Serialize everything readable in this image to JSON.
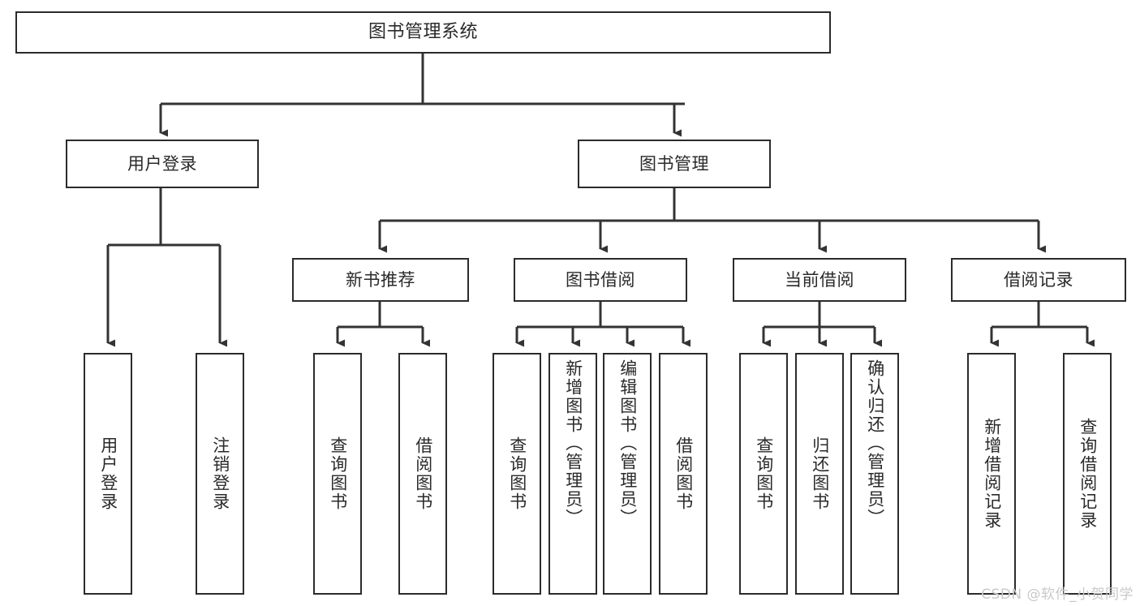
{
  "diagram": {
    "type": "tree-hierarchy",
    "title": "图书管理系统",
    "orientation": "top-down",
    "colors": {
      "box_border": "#2b2b2b",
      "box_fill": "#ffffff",
      "text": "#2a2a2a",
      "connector": "#333333",
      "watermark": "#c9c9c9",
      "background": "#ffffff"
    },
    "root": {
      "label": "图书管理系统"
    },
    "level1": [
      {
        "label": "用户登录"
      },
      {
        "label": "图书管理"
      }
    ],
    "level2": [
      {
        "label": "新书推荐"
      },
      {
        "label": "图书借阅"
      },
      {
        "label": "当前借阅"
      },
      {
        "label": "借阅记录"
      }
    ],
    "leaves": {
      "user_login": [
        {
          "label": "用户登录"
        },
        {
          "label": "注销登录"
        }
      ],
      "new_book_recommend": [
        {
          "label": "查询图书"
        },
        {
          "label": "借阅图书"
        }
      ],
      "book_borrow": [
        {
          "label": "查询图书"
        },
        {
          "label": "新增图书（管理员）"
        },
        {
          "label": "编辑图书（管理员）"
        },
        {
          "label": "借阅图书"
        }
      ],
      "current_borrow": [
        {
          "label": "查询图书"
        },
        {
          "label": "归还图书"
        },
        {
          "label": "确认归还（管理员）"
        }
      ],
      "borrow_record": [
        {
          "label": "新增借阅记录"
        },
        {
          "label": "查询借阅记录"
        }
      ]
    }
  },
  "watermark": {
    "text": "CSDN @软件_小贺同学"
  }
}
